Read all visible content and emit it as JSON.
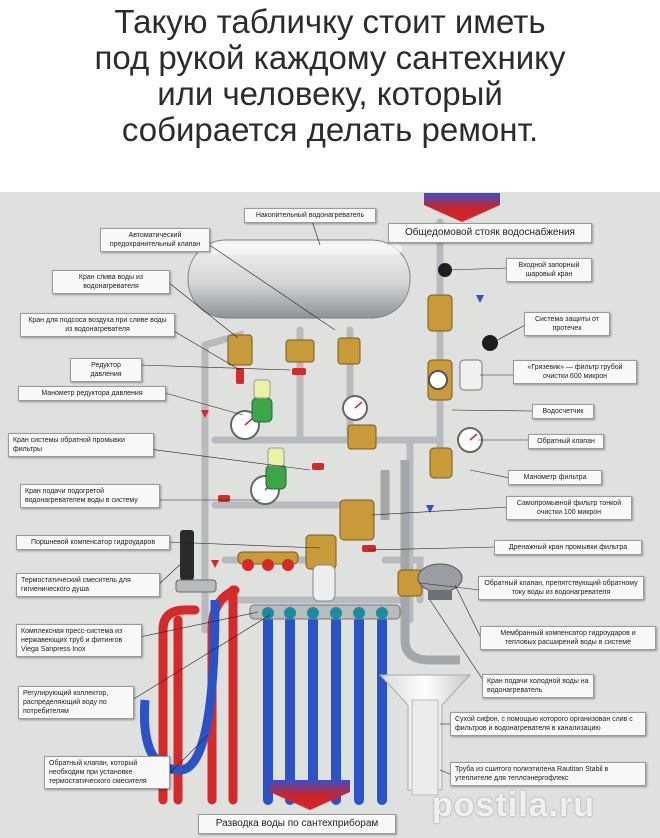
{
  "headline": [
    "Такую табличку стоит иметь",
    "под рукой каждому сантехнику",
    "или человеку, который",
    "собирается делать ремонт."
  ],
  "labels": {
    "storage_heater": "Накопительный водонагреватель",
    "riser": "Общедомовой стояк водоснабжения",
    "auto_safety_valve": "Автоматический предохранительный клапан",
    "heater_drain_valve": "Кран слива воды из водонагревателя",
    "air_intake_valve": "Кран для подсоса воздуха при сливе воды из водонагревателя",
    "pressure_reducer": "Редуктор давления",
    "reducer_gauge": "Манометр редуктора давления",
    "backflush_valve": "Кран системы обратной промывки фильтры",
    "heated_water_valve": "Кран подачи подогретой водонагревателем воды в систему",
    "piston_compensator": "Поршневой компенсатор гидроударов",
    "thermostatic_mixer": "Термостатический смеситель для гигиенического душа",
    "press_system": "Комплексная пресс-система из нержавеющих труб и фитингов Viega Sanpress Inox",
    "manifold": "Регулирующий коллектор, распределяющий воду по потребителям",
    "thermo_check_valve": "Обратный клапан, который необходим при установке термостатического смесителя",
    "inlet_ball_valve": "Входной запорный шаровый кран",
    "leak_protection": "Система защиты от протечек",
    "mud_filter": "«Грязевик» — фильтр грубой очистки 600 микрон",
    "water_meter": "Водосчетчик",
    "check_valve": "Обратный клапан",
    "filter_gauge": "Манометр фильтра",
    "self_clean_filter": "Самопромывной фильтр тонкой очистки 100 микрон",
    "drain_flush_valve": "Дренажный кран промывки фильтра",
    "heater_check_valve": "Обратный клапан, препятствующий обратному току воды из водонагревателя",
    "membrane_compensator": "Мембранный компенсатор гидроударов и тепловых расширений воды в системе",
    "cold_water_valve": "Кран подачи холодной воды на водонагреватель",
    "dry_siphon": "Сухой сифон, с помощью которого организован слив с фильтров и водонагревателя в канализацию",
    "pipe_note": "Труба из сшитого полиэтилена Rautitan Stabil в утеплителе для теплоэнергофлекс",
    "distribution": "Разводка воды по сантехприборам"
  },
  "watermark": "postila.ru",
  "colors": {
    "hot": "#d62a2a",
    "cold": "#2c52c8",
    "arrow_down": "#c8242a",
    "arrow_blue": "#3a4ec9",
    "brass": "#c99a3a",
    "steel": "#b9bcbe"
  }
}
